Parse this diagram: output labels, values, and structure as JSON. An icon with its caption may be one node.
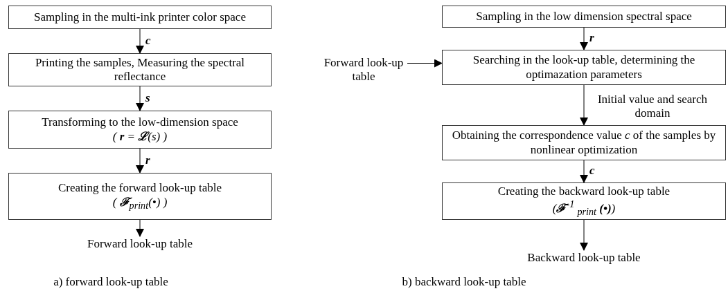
{
  "diagram": {
    "nodes": [
      {
        "text": [
          "Sampling in the multi-ink printer color space"
        ]
      },
      {
        "text": [
          "Printing the samples, Measuring the spectral reflectance"
        ]
      },
      {
        "text": [
          "Transforming to the low-dimension space",
          "( **r** = **ℒ**(s) )"
        ]
      },
      {
        "text": [
          "Creating the forward look-up table",
          "( **ℱ**$_{print}$(•) )"
        ]
      },
      {
        "text": [
          "Forward look-up table"
        ]
      },
      {
        "text": [
          "Sampling in the low dimension spectral space"
        ]
      },
      {
        "text": [
          "Forward look-up table"
        ]
      },
      {
        "text": [
          "Searching in the look-up table, determining the optimazation parameters"
        ]
      },
      {
        "text": [
          "Obtaining the correspondence value *c* of the samples by nonlinear optimization"
        ]
      },
      {
        "text": [
          "Creating the backward look-up table",
          "(**ℱ**$^{-1}$ $_{print}$ **(•)**)"
        ]
      },
      {
        "text": [
          "Backward look-up table"
        ]
      }
    ],
    "edges": [
      {
        "from": 0,
        "to": 1,
        "arrow": "to",
        "label": "c"
      },
      {
        "from": 1,
        "to": 2,
        "arrow": "to",
        "label": "s"
      },
      {
        "from": 2,
        "to": 3,
        "arrow": "to",
        "label": "r"
      },
      {
        "from": 3,
        "to": 4,
        "arrow": "to"
      },
      {
        "from": 5,
        "to": 7,
        "arrow": "to",
        "label": "r"
      },
      {
        "from": 6,
        "to": 7,
        "arrow": "to"
      },
      {
        "from": 7,
        "to": 8,
        "arrow": "to",
        "label": "Initial value and search domain"
      },
      {
        "from": 8,
        "to": 9,
        "arrow": "to",
        "label": "c"
      },
      {
        "from": 9,
        "to": 10,
        "arrow": "to"
      }
    ],
    "labels": [
      "a) forward look-up table",
      "b) backward look-up table"
    ]
  }
}
